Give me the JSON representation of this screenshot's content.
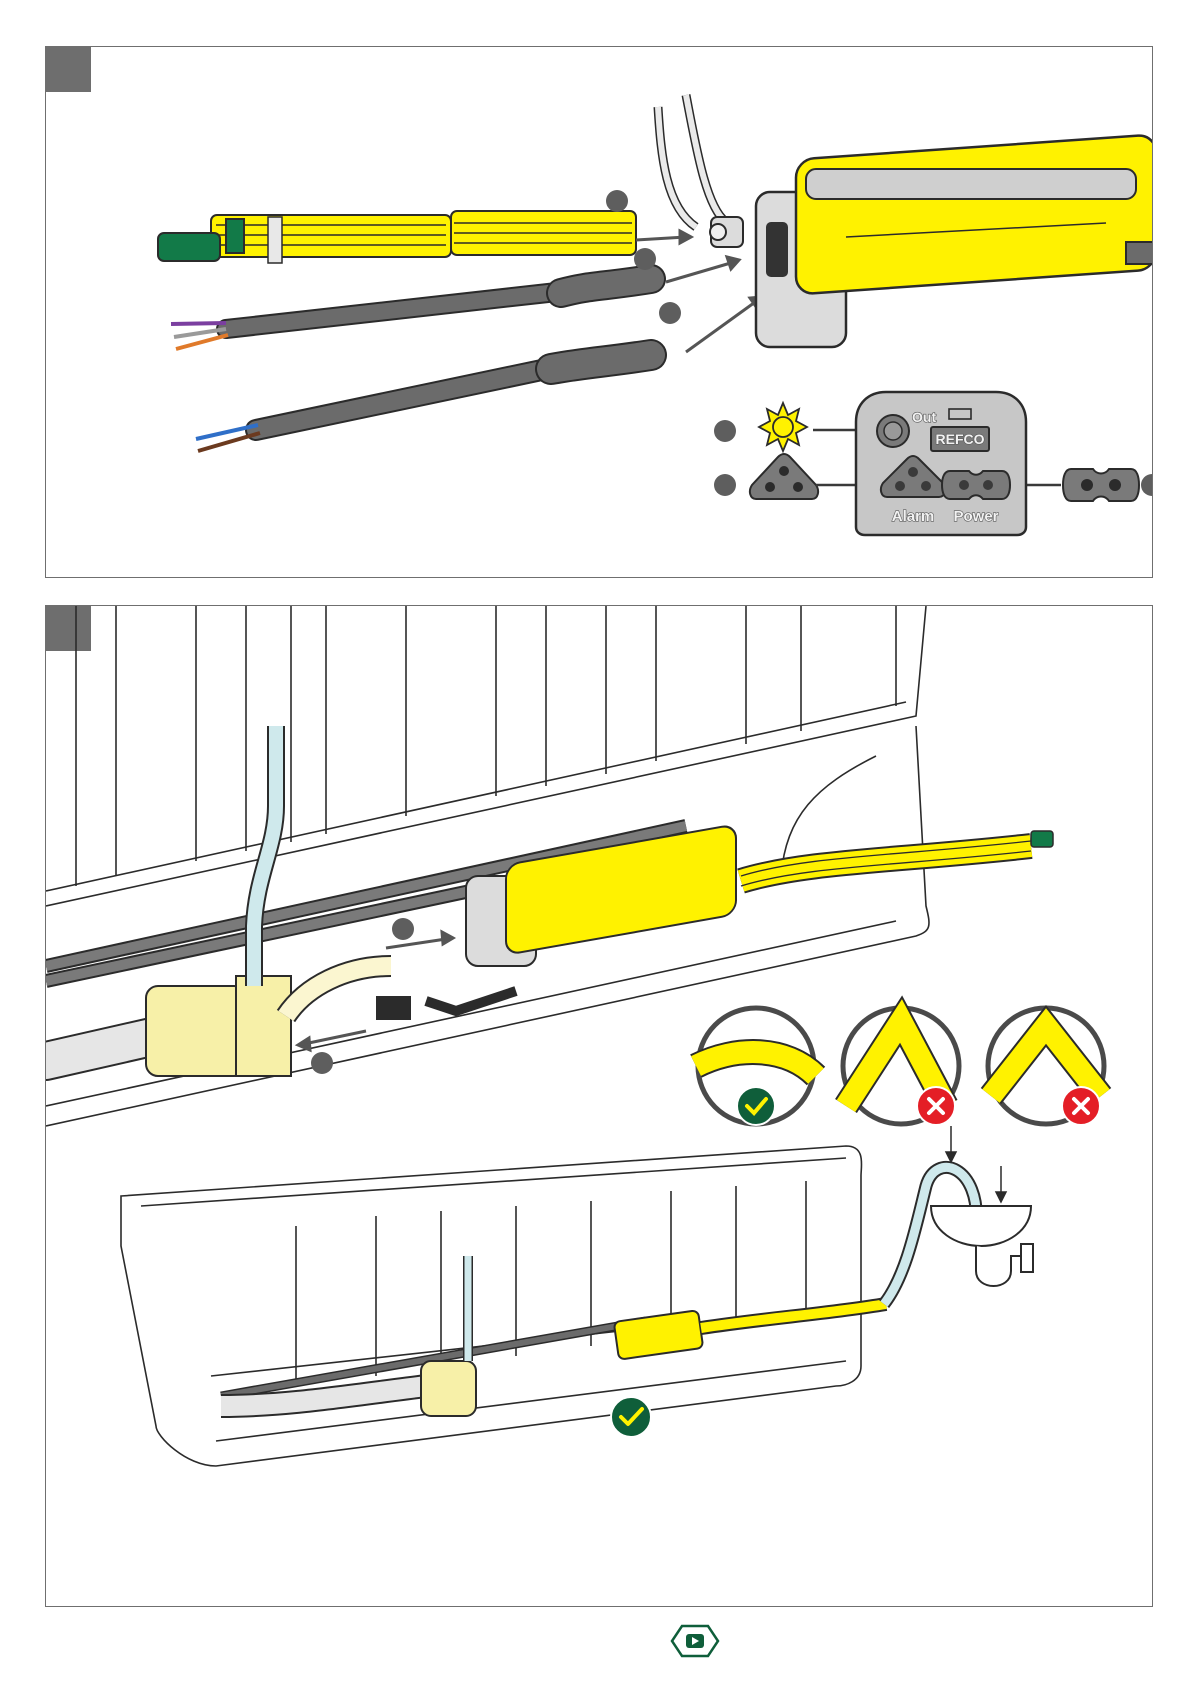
{
  "panel1": {
    "socket_labels": {
      "out": "Out",
      "alarm": "Alarm",
      "power": "Power",
      "brand": "REFCO"
    }
  },
  "panel2": {
    "checks": [
      {
        "status": "correct"
      },
      {
        "status": "incorrect"
      },
      {
        "status": "incorrect"
      }
    ],
    "final_status": "correct"
  },
  "colors": {
    "pump_yellow": "#fff200",
    "pump_outline": "#2b2b2b",
    "cable_gray": "#6b6b6b",
    "check_green": "#0f5e3a",
    "cross_red": "#e41e26",
    "tube_blue": "#cfe9ec",
    "reservoir_yellow": "#f7f0a8",
    "step_tab": "#6e6e6e"
  },
  "icons": {
    "sun": "sun-icon",
    "alarm_plug": "alarm-plug-icon",
    "power_plug": "power-plug-icon",
    "check": "check-icon",
    "cross": "cross-icon",
    "video": "video-play-icon"
  }
}
